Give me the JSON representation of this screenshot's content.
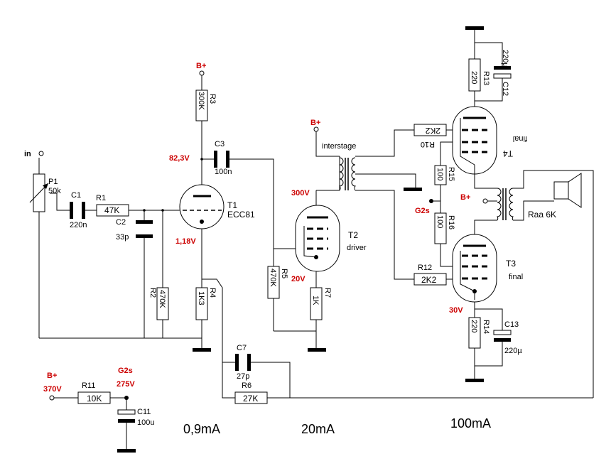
{
  "labels": {
    "in": "in",
    "p1": "P1",
    "p1_val": "50k",
    "c1": "C1",
    "c1_val": "220n",
    "r1": "R1",
    "r1_val": "47K",
    "c2": "C2",
    "c2_val": "33p",
    "r2": "R2",
    "r2_val": "470K",
    "r3": "R3",
    "r3_val": "300K",
    "c3": "C3",
    "c3_val": "100n",
    "r4": "R4",
    "r4_val": "1K3",
    "t1": "T1",
    "t1_val": "ECC81",
    "r5": "R5",
    "r5_val": "470K",
    "t2": "T2",
    "t2_val": "driver",
    "r7": "R7",
    "r7_val": "1K",
    "interstage": "interstage",
    "c7": "C7",
    "c7_val": "27p",
    "r6": "R6",
    "r6_val": "27K",
    "r10": "R10",
    "r10_val": "2K2",
    "r12": "R12",
    "r12_val": "2K2",
    "r13": "R13",
    "r13_val": "220",
    "c12": "C12",
    "c12_val": "220µ",
    "t4": "T4",
    "t4_val": "final",
    "r15": "R15",
    "r15_val": "100",
    "r16": "R16",
    "r16_val": "100",
    "t3": "T3",
    "t3_val": "final",
    "r14": "R14",
    "r14_val": "220",
    "c13": "C13",
    "c13_val": "220µ",
    "raa": "Raa 6K",
    "r11": "R11",
    "r11_val": "10K",
    "c11": "C11",
    "c11_val": "100u"
  },
  "voltages": {
    "bplus_t1": "B+",
    "v_t1_anode": "82,3V",
    "v_t1_cathode": "1,18V",
    "bplus_t2": "B+",
    "v_t2_anode": "300V",
    "v_t2_cathode": "20V",
    "bplus_out": "B+",
    "g2s_out": "G2s",
    "v_t3_cathode": "30V",
    "bplus_supply": "B+",
    "v_supply": "370V",
    "g2s_supply": "G2s",
    "v_g2s": "275V"
  },
  "currents": {
    "stage1": "0,9mA",
    "stage2": "20mA",
    "stage3": "100mA"
  },
  "colors": {
    "voltage_label": "#cc0000",
    "wire": "#000000"
  }
}
